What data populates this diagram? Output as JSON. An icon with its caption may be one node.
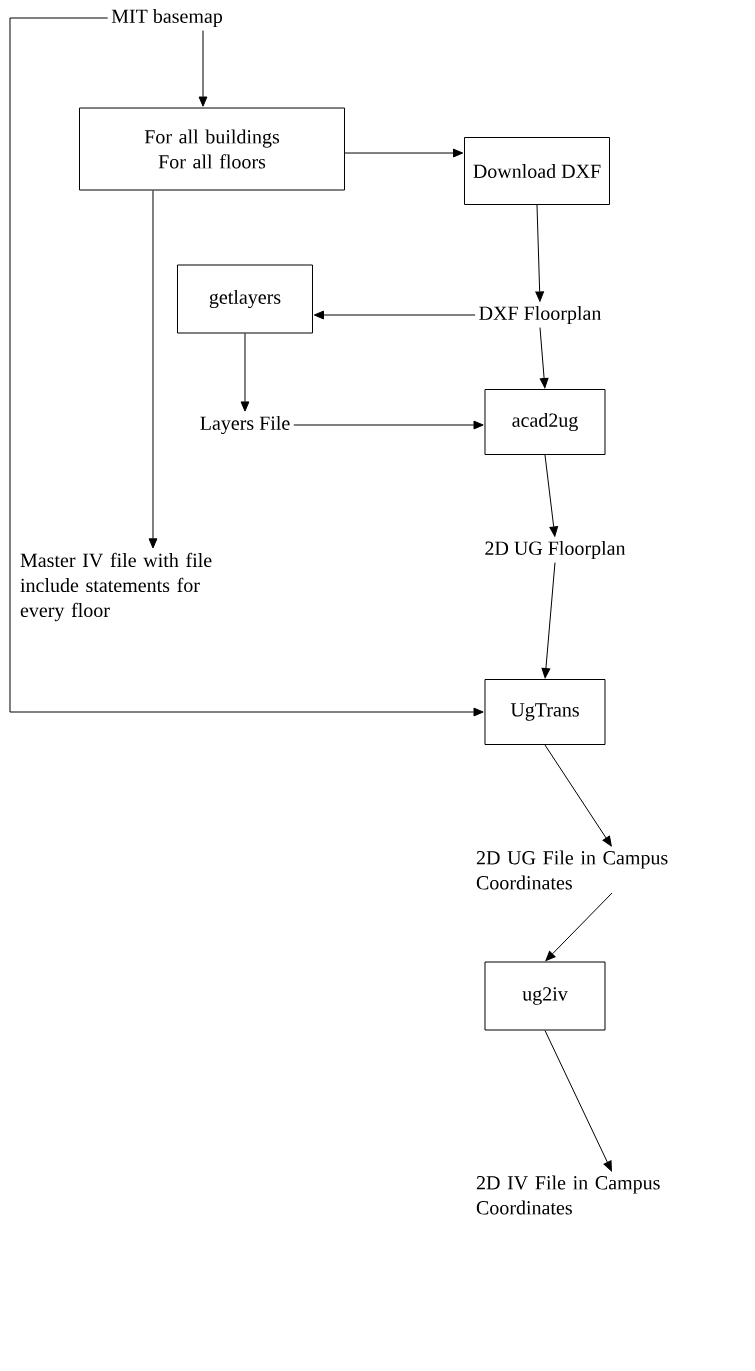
{
  "diagram": {
    "nodes": [
      {
        "text": [
          "MIT basemap"
        ]
      },
      {
        "text": [
          "For all buildings For all floors"
        ]
      },
      {
        "text": [
          "Download DXF"
        ]
      },
      {
        "text": [
          "DXF Floorplan"
        ]
      },
      {
        "text": [
          "getlayers"
        ]
      },
      {
        "text": [
          "Layers File"
        ]
      },
      {
        "text": [
          "acad2ug"
        ]
      },
      {
        "text": [
          "Master IV file with file include statements for every floor"
        ]
      },
      {
        "text": [
          "2D UG Floorplan"
        ]
      },
      {
        "text": [
          "UgTrans"
        ]
      },
      {
        "text": [
          "2D UG File in Campus Coordinates"
        ]
      },
      {
        "text": [
          "ug2iv"
        ]
      },
      {
        "text": [
          "2D IV File in Campus Coordinates"
        ]
      }
    ],
    "edges": [
      {
        "from": 0,
        "to": 1,
        "arrow": "to"
      },
      {
        "from": 1,
        "to": 2,
        "arrow": "to"
      },
      {
        "from": 1,
        "to": 7,
        "arrow": "to"
      },
      {
        "from": 2,
        "to": 3,
        "arrow": "to"
      },
      {
        "from": 3,
        "to": 4,
        "arrow": "to"
      },
      {
        "from": 3,
        "to": 6,
        "arrow": "to"
      },
      {
        "from": 4,
        "to": 5,
        "arrow": "to"
      },
      {
        "from": 5,
        "to": 6,
        "arrow": "to"
      },
      {
        "from": 6,
        "to": 8,
        "arrow": "to"
      },
      {
        "from": 8,
        "to": 9,
        "arrow": "to"
      },
      {
        "from": 0,
        "to": 9,
        "arrow": "to"
      },
      {
        "from": 9,
        "to": 10,
        "arrow": "to"
      },
      {
        "from": 10,
        "to": 11,
        "arrow": "to"
      },
      {
        "from": 11,
        "to": 12,
        "arrow": "to"
      }
    ]
  }
}
